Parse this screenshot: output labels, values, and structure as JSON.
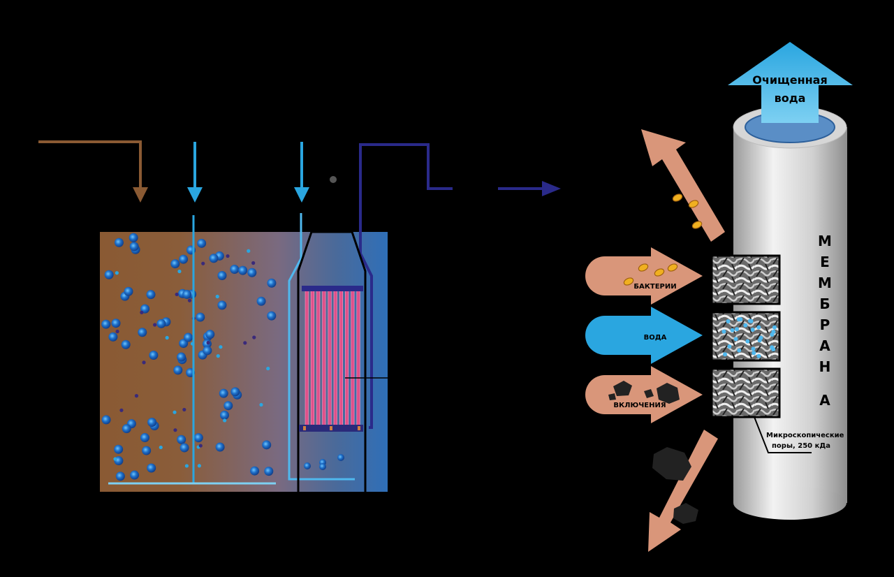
{
  "labels": {
    "purified_water": [
      "Очищенная",
      "вода"
    ],
    "bacteria": "БАКТЕРИИ",
    "water": "ВОДА",
    "inclusions": "ВКЛЮЧЕНИЯ",
    "membrane_letters": [
      "М",
      "Е",
      "М",
      "Б",
      "Р",
      "А",
      "Н",
      "А"
    ],
    "pores": [
      "Микроскопические",
      "поры, 250 кДа"
    ]
  },
  "colors": {
    "background": "#000000",
    "sludge": "#8a5a33",
    "water_blue": "#2aa6e0",
    "dark_blue_pipe": "#2a2a7a",
    "salmon_arrow": "#d9967a",
    "membrane_fibers": "#e0508a",
    "membrane_tube": "#c8c8c8",
    "particle": "#1e6fc8",
    "bacteria": "#f0b020"
  },
  "icons": [
    "down-arrow-icon",
    "right-arrow-icon",
    "up-arrow-icon",
    "bacteria-icon",
    "inclusion-rock-icon"
  ]
}
